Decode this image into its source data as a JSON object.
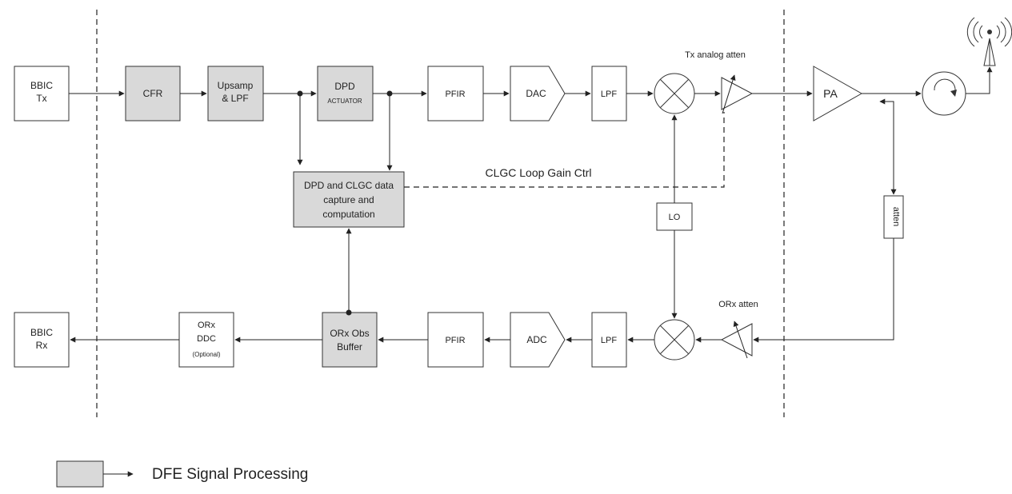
{
  "colors": {
    "dfe_fill": "#d9d9d9",
    "plain_fill": "#ffffff",
    "line": "#222222"
  },
  "blocks": {
    "bbic_tx": [
      "BBIC",
      "Tx"
    ],
    "cfr": [
      "CFR"
    ],
    "upsamp": [
      "Upsamp",
      "& LPF"
    ],
    "dpd_actuator": [
      "DPD",
      "ACTUATOR"
    ],
    "pfir_tx": [
      "PFIR"
    ],
    "dac": [
      "DAC"
    ],
    "lpf_tx": [
      "LPF"
    ],
    "pa": [
      "PA"
    ],
    "capture": [
      "DPD and CLGC data",
      "capture and",
      "computation"
    ],
    "lo": [
      "LO"
    ],
    "atten": [
      "atten"
    ],
    "bbic_rx": [
      "BBIC",
      "Rx"
    ],
    "orx_ddc": [
      "ORx",
      "DDC",
      "(Optional)"
    ],
    "orx_obs": [
      "ORx Obs",
      "Buffer"
    ],
    "pfir_rx": [
      "PFIR"
    ],
    "adc": [
      "ADC"
    ],
    "lpf_rx": [
      "LPF"
    ]
  },
  "labels": {
    "tx_analog_atten": "Tx analog atten",
    "orx_atten": "ORx atten",
    "clgc_loop": "CLGC Loop Gain Ctrl"
  },
  "legend": {
    "label": "DFE Signal Processing"
  },
  "icons": {
    "mixer": "multiplier-cross",
    "attenuator": "variable-gain-triangle",
    "circulator": "circulator-arrow",
    "antenna": "antenna-tower"
  }
}
